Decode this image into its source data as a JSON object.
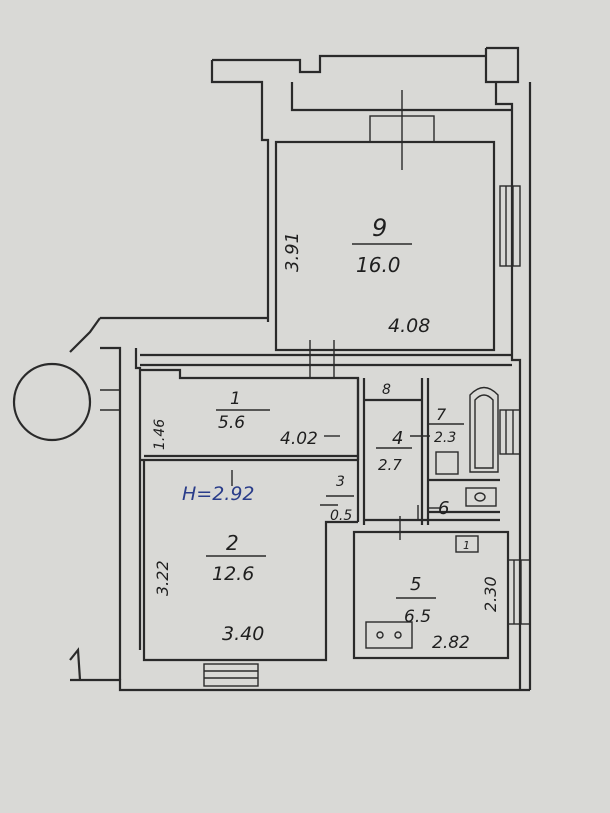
{
  "rooms": [
    {
      "number": "9",
      "area": "16.0"
    },
    {
      "number": "1",
      "area": "5.6"
    },
    {
      "number": "2",
      "area": "12.6"
    },
    {
      "number": "3",
      "area": "0.5"
    },
    {
      "number": "4",
      "area": "2.7"
    },
    {
      "number": "5",
      "area": "6.5"
    },
    {
      "number": "6"
    },
    {
      "number": "7",
      "area": "2.3"
    },
    {
      "number": "8"
    }
  ],
  "dimensions": {
    "room9_height": "3.91",
    "room9_width": "4.08",
    "room1_height": "1.46",
    "room1_width": "4.02",
    "room2_height": "3.22",
    "room2_width": "3.40",
    "room5_height": "2.30",
    "room5_width": "2.82"
  },
  "ceiling_height": "H=2.92",
  "marks": {
    "kitchen_box": "1"
  },
  "colors": {
    "paper": "#d9d9d6",
    "ink": "#2a2a2a",
    "blue_ink": "#2a3d8a"
  }
}
